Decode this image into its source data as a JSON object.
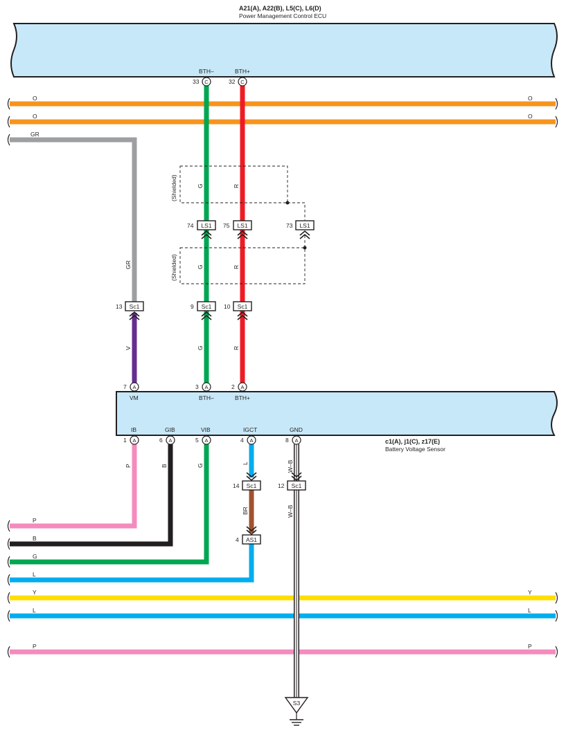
{
  "ecu_top": {
    "connectors": "A21(A), A22(B), L5(C), L6(D)",
    "name": "Power Management Control ECU",
    "terminals": [
      {
        "pin": "33",
        "conn": "C",
        "label": "BTH–"
      },
      {
        "pin": "32",
        "conn": "C",
        "label": "BTH+"
      }
    ]
  },
  "sensor": {
    "connectors": "c1(A), j1(C), z17(E)",
    "name": "Battery Voltage Sensor",
    "top_terminals": [
      {
        "pin": "7",
        "conn": "A",
        "label": "VM"
      },
      {
        "pin": "3",
        "conn": "A",
        "label": "BTH–"
      },
      {
        "pin": "2",
        "conn": "A",
        "label": "BTH+"
      }
    ],
    "bottom_terminals": [
      {
        "pin": "1",
        "conn": "A",
        "label": "IB"
      },
      {
        "pin": "6",
        "conn": "A",
        "label": "GIB"
      },
      {
        "pin": "5",
        "conn": "A",
        "label": "VIB"
      },
      {
        "pin": "4",
        "conn": "A",
        "label": "IGCT"
      },
      {
        "pin": "8",
        "conn": "A",
        "label": "GND"
      }
    ]
  },
  "through_wires_top": [
    {
      "label_left": "O",
      "label_right": "O",
      "color": "#f7941d"
    },
    {
      "label_left": "O",
      "label_right": "O",
      "color": "#f7941d"
    }
  ],
  "gr_wire": {
    "label": "GR",
    "label_vertical": "GR",
    "color": "#9d9fa2"
  },
  "shield_labels": [
    "(Shielded)",
    "(Shielded)"
  ],
  "wire_labels": {
    "g_upper": "G",
    "r_upper": "R",
    "g_mid": "G",
    "r_mid": "R",
    "v": "V",
    "g_lower": "G",
    "r_lower": "R",
    "p": "P",
    "b": "B",
    "g": "G",
    "l": "L",
    "br": "BR",
    "wb_upper": "W–B",
    "wb_lower": "W–B"
  },
  "connectors": {
    "ls1_74": {
      "pin": "74",
      "name": "LS1"
    },
    "ls1_75": {
      "pin": "75",
      "name": "LS1"
    },
    "ls1_73": {
      "pin": "73",
      "name": "LS1"
    },
    "sc1_13": {
      "pin": "13",
      "name": "Sc1"
    },
    "sc1_9": {
      "pin": "9",
      "name": "Sc1"
    },
    "sc1_10": {
      "pin": "10",
      "name": "Sc1"
    },
    "sc1_14": {
      "pin": "14",
      "name": "Sc1"
    },
    "sc1_12": {
      "pin": "12",
      "name": "Sc1"
    },
    "as1_4": {
      "pin": "4",
      "name": "AS1"
    }
  },
  "bottom_wires": [
    {
      "label": "P",
      "color": "#f58bbd"
    },
    {
      "label": "B",
      "color": "#231f20"
    },
    {
      "label": "G",
      "color": "#00a651"
    },
    {
      "label": "L",
      "color": "#00aeef"
    }
  ],
  "through_wires_bottom": [
    {
      "label_left": "Y",
      "label_right": "Y",
      "color": "#ffde00"
    },
    {
      "label_left": "L",
      "label_right": "L",
      "color": "#00aeef"
    },
    {
      "label_left": "P",
      "label_right": "P",
      "color": "#f58bbd"
    }
  ],
  "ground": {
    "label": "S3"
  },
  "colors": {
    "ecu_fill": "#c7e8f8",
    "green": "#00a651",
    "red": "#ed1c24",
    "violet": "#662d91",
    "gray": "#9d9fa2",
    "orange": "#f7941d",
    "pink": "#f58bbd",
    "black": "#231f20",
    "blue": "#00aeef",
    "brown": "#a0522d",
    "yellow": "#ffde00"
  }
}
